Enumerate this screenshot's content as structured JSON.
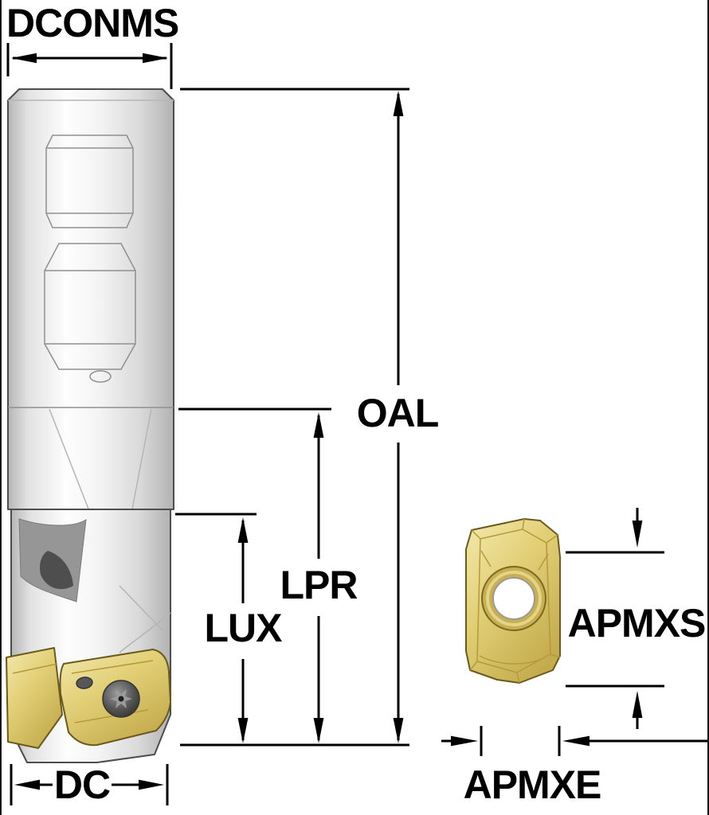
{
  "labels": {
    "dconms": "DCONMS",
    "oal": "OAL",
    "lpr": "LPR",
    "lux": "LUX",
    "dc": "DC",
    "apmxs": "APMXS",
    "apmxe": "APMXE"
  },
  "colors": {
    "dimension_line": "#000000",
    "tool_metal_light": "#fdfdfd",
    "tool_metal_dark": "#b2b2b2",
    "pocket_dark": "#4e4e4e",
    "insert_gold": "#e2d077",
    "insert_gold_dark": "#c4ab4d",
    "insert_outline": "#6a5a1c",
    "screw_dark": "#2b2b2b",
    "background": "#ffffff"
  }
}
